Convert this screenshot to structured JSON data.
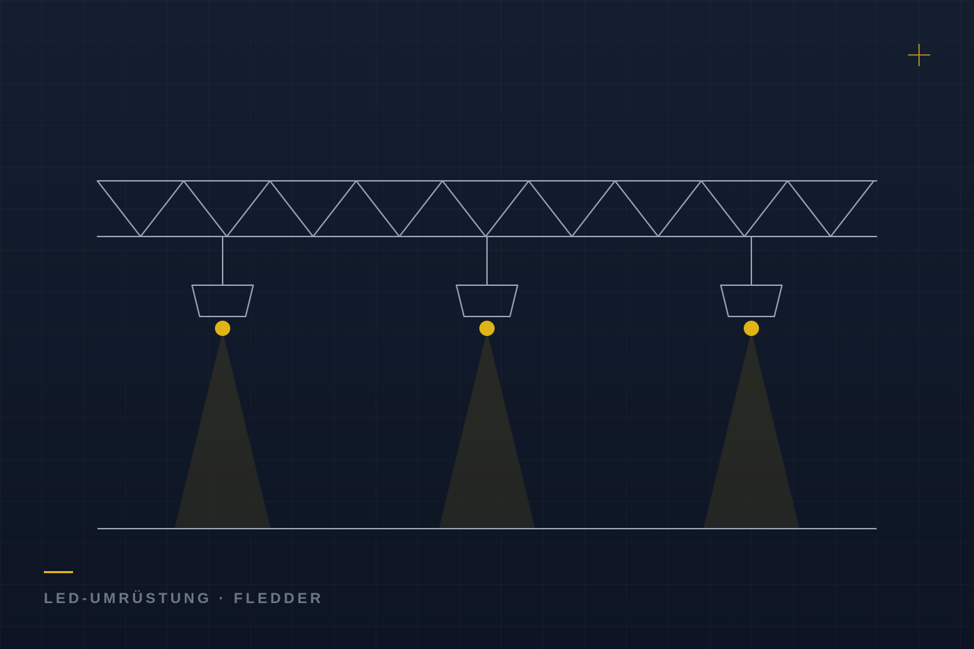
{
  "caption": {
    "text": "LED-UMRÜSTUNG · FLEDDER"
  },
  "colors": {
    "background": "#111a2a",
    "line": "#9aa3b3",
    "accent": "#e0b416",
    "caption": "#6d7788"
  },
  "icons": {
    "corner": "crosshair-plus-icon"
  },
  "diagram": {
    "truss_panels": 9,
    "lamps": [
      {
        "name": "lamp-1"
      },
      {
        "name": "lamp-2"
      },
      {
        "name": "lamp-3"
      }
    ]
  }
}
